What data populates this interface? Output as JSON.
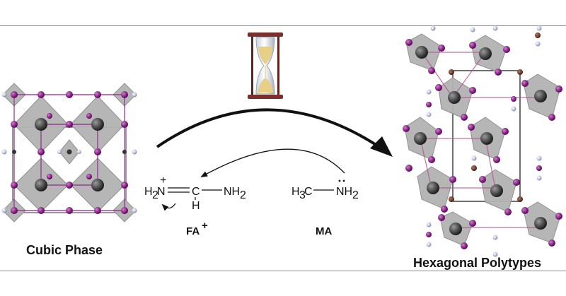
{
  "labels": {
    "cubic": "Cubic Phase",
    "hexagonal": "Hexagonal Polytypes",
    "fa": "FA",
    "fa_sup": "+",
    "ma": "MA"
  },
  "fa_molecule": {
    "h2n": "H",
    "h2n_sub": "2",
    "n": "N",
    "plus": "+",
    "c": "C",
    "h": "H",
    "nh2": "NH",
    "nh2_sub": "2"
  },
  "ma_molecule": {
    "h3c": "H",
    "h3c_sub": "3",
    "c": "C",
    "nh2": "NH",
    "nh2_sub": "2"
  },
  "colors": {
    "iodine": "#8e2a8c",
    "lead": "#555555",
    "octahedron": "#b4b4b4",
    "hourglass_frame": "#7a2f2a",
    "sand": "#e8cf86",
    "bond": "#8e2a8c"
  },
  "icons": [
    "hourglass-icon",
    "curved-arrow-icon"
  ]
}
